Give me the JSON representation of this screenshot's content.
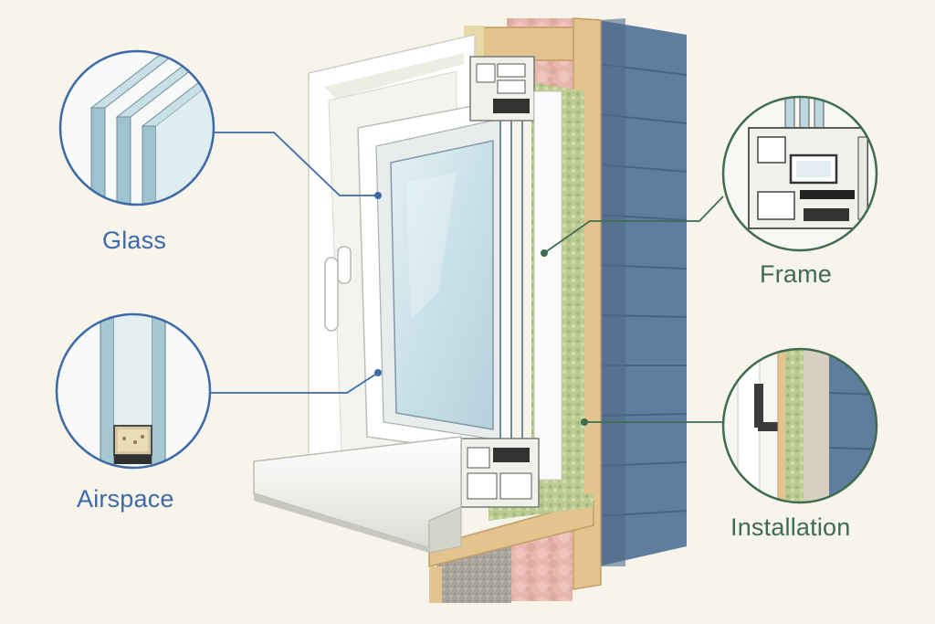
{
  "callouts": {
    "glass": {
      "label": "Glass",
      "color": "#3d6aa6"
    },
    "airspace": {
      "label": "Airspace",
      "color": "#3d6aa6"
    },
    "frame": {
      "label": "Frame",
      "color": "#3f6b4e"
    },
    "installation": {
      "label": "Installation",
      "color": "#3f6b4e"
    }
  },
  "colors": {
    "background": "#f7f4ec",
    "siding": "#5f7d9c",
    "insulation": "#e6b6ad",
    "wood": "#e3c38e",
    "foam": "#b9c98e",
    "glass": "#cfe3ea"
  }
}
